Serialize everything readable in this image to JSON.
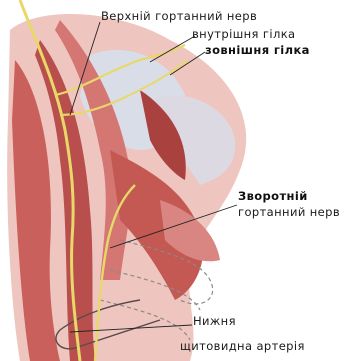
{
  "labels": {
    "superior_nerve": "Верхній  гортанний  нерв",
    "internal_branch": "внутрішня гілка",
    "external_branch": "зовнішня гілка",
    "recurrent_line1": "Зворотній",
    "recurrent_line2": "гортанний нерв",
    "artery_line1": "Нижня",
    "artery_line2": "щитовидна  артерія"
  },
  "colors": {
    "muscle": "#c9605c",
    "muscle_dark": "#9e3b3a",
    "muscle_light": "#e7a9a2",
    "cartilage": "#d9dde8",
    "nerve": "#e8d86a",
    "leader_line": "#222222"
  }
}
